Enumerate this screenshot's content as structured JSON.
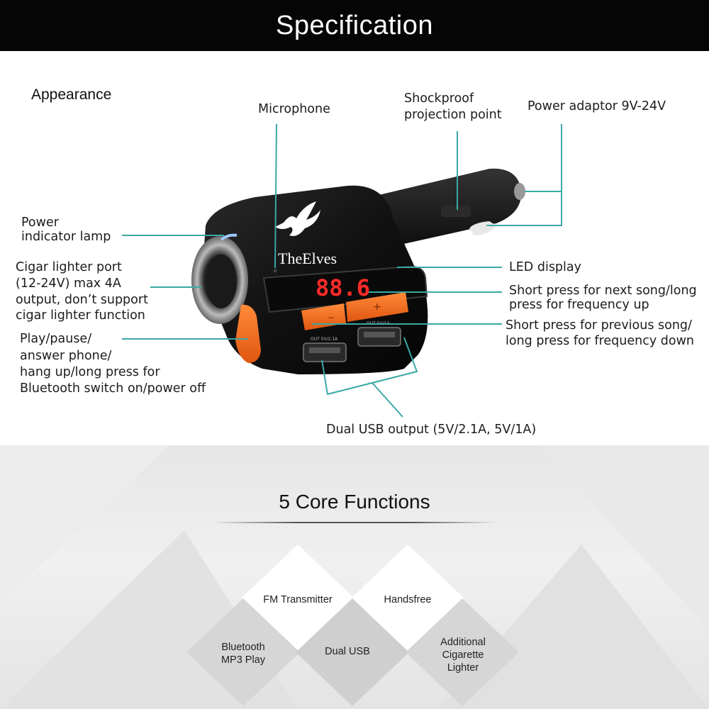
{
  "header": {
    "title": "Specification"
  },
  "appearance": {
    "title": "Appearance",
    "annotations": {
      "microphone": "Microphone",
      "shockproof_line1": "Shockproof",
      "shockproof_line2": "projection point",
      "power_adaptor": "Power adaptor 9V-24V",
      "power_indicator_line1": "Power",
      "power_indicator_line2": "indicator lamp",
      "cigar_line1": "Cigar lighter port",
      "cigar_line2": "(12-24V) max 4A",
      "cigar_line3": "output, don’t support",
      "cigar_line4": "cigar lighter function",
      "play_line1": "Play/pause/",
      "play_line2": "answer phone/",
      "play_line3": "hang up/long press for",
      "play_line4": "Bluetooth switch on/power off",
      "led_display": "LED display",
      "next_line1": "Short press for next song/long",
      "next_line2": "press for frequency up",
      "prev_line1": "Short press for previous song/",
      "prev_line2": "long press for frequency down",
      "dual_usb": "Dual USB output (5V/2.1A, 5V/1A)"
    },
    "device": {
      "brand": "TheElves",
      "display_value": "88.6",
      "minus_symbol": "−",
      "plus_symbol": "+",
      "usb_left": "OUT 5V/2.1A",
      "usb_right": "OUT 5V/1A"
    }
  },
  "functions": {
    "title": "5 Core Functions",
    "items": {
      "fm": "FM Transmitter",
      "handsfree": "Handsfree",
      "bt_line1": "Bluetooth",
      "bt_line2": "MP3 Play",
      "dual_usb": "Dual USB",
      "add_line1": "Additional",
      "add_line2": "Cigarette",
      "add_line3": "Lighter"
    }
  },
  "colors": {
    "accent_line": "#3aa9a4",
    "orange": "#f26a1b",
    "led_red": "#ff2a2a",
    "device_body": "#141414"
  }
}
